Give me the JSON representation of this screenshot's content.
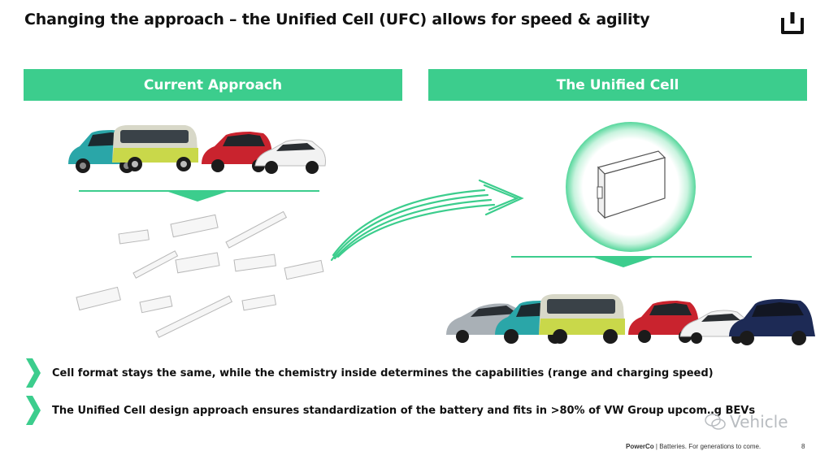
{
  "slide": {
    "title": "Changing the approach – the Unified Cell (UFC) allows for speed & agility",
    "page_number": "8"
  },
  "banners": {
    "left_label": "Current Approach",
    "right_label": "The Unified Cell"
  },
  "bullets": [
    {
      "text": "Cell format stays the same, while the chemistry inside determines the capabilities (range and charging speed)"
    },
    {
      "text": "The Unified Cell design approach ensures standardization of the battery and fits in >80% of VW Group upcom‥g BEVs"
    }
  ],
  "footer": {
    "brand": "PowerCo",
    "tagline": "| Batteries. For generations to come."
  },
  "watermark": {
    "text": "Vehicle"
  },
  "colors": {
    "accent": "#3ccd8d",
    "text": "#111111"
  },
  "icons": {
    "logo": "powerco-logo-icon",
    "bullet": "chevron-right-icon",
    "watermark": "wechat-icon"
  }
}
